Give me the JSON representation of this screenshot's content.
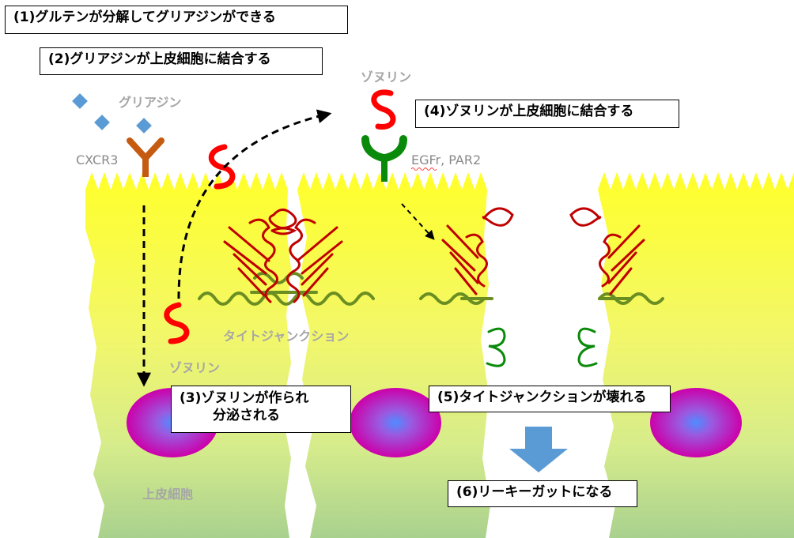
{
  "steps": {
    "s1": "(1)グルテンが分解してグリアジンができる",
    "s2": "(2)グリアジンが上皮細胞に結合する",
    "s3_line1": "(3)ゾヌリンが作られ",
    "s3_line2": "分泌される",
    "s4": "(4)ゾヌリンが上皮細胞に結合する",
    "s5": "(5)タイトジャンクションが壊れる",
    "s6": "(6)リーキーガットになる"
  },
  "labels": {
    "gliadin": "グリアジン",
    "cxcr3": "CXCR3",
    "zonulin_top": "ゾヌリン",
    "egfr": "EGFr, PAR2",
    "tight_junction": "タイトジャンクション",
    "zonulin_left": "ゾヌリン",
    "epithelial": "上皮細胞"
  },
  "colors": {
    "cell_top": "#ffff33",
    "cell_bottom": "#a9d18e",
    "zonulin": "#ff0000",
    "junction_red": "#c00000",
    "junction_green": "#6b8e23",
    "receptor_orange": "#c55a11",
    "receptor_green": "#0a8a0a",
    "gliadin_blue": "#5b9bd5",
    "nucleus_magenta": "#cc00aa",
    "arrow_blue": "#5b9bd5"
  },
  "icons": {
    "gliadin": "diamond-shape",
    "zonulin": "squiggle",
    "receptor": "y-shape",
    "nucleus": "ellipse",
    "down_arrow": "block-arrow-down"
  }
}
